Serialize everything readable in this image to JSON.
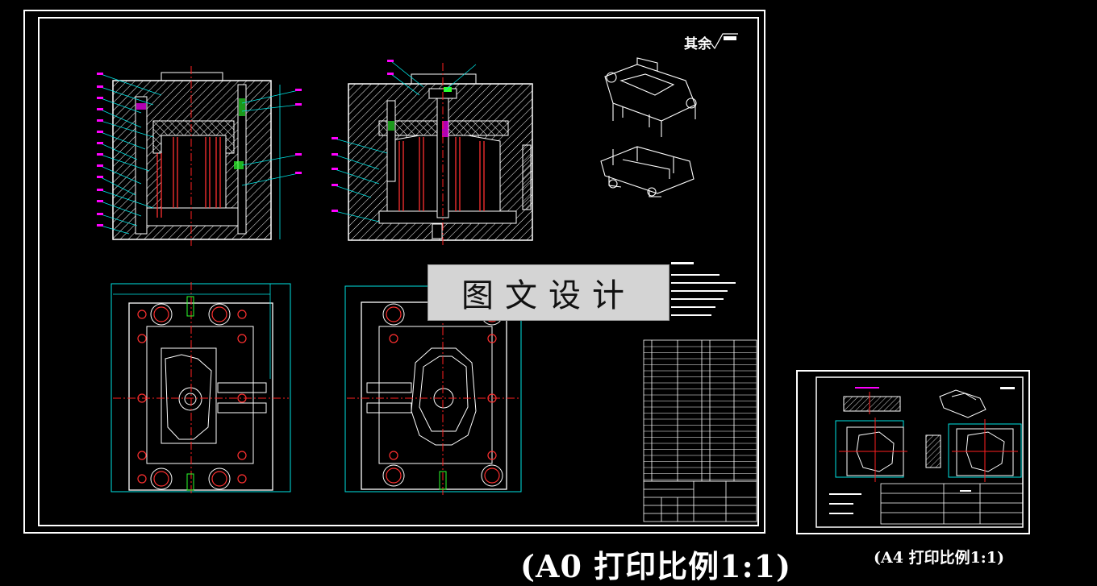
{
  "sheets": {
    "a0": {
      "caption": "(A0 打印比例1:1)"
    },
    "a4": {
      "caption": "(A4 打印比例1:1)"
    }
  },
  "watermark": {
    "text": "图文设计"
  },
  "annotations": {
    "roughness_note": "其余"
  },
  "colors": {
    "background": "#000000",
    "frame": "#ffffff",
    "hatch": "#ffffff",
    "centerline": "#ff2020",
    "dimension": "#00e5e5",
    "leader": "#00e5e5",
    "part": "#ff3030",
    "highlight": "#ff00ff",
    "accent": "#2cff2c",
    "watermark_bg": "#d4d4d4"
  },
  "icons": {
    "isometric_top": "part-3d-top-icon",
    "isometric_bottom": "part-3d-bottom-icon"
  }
}
